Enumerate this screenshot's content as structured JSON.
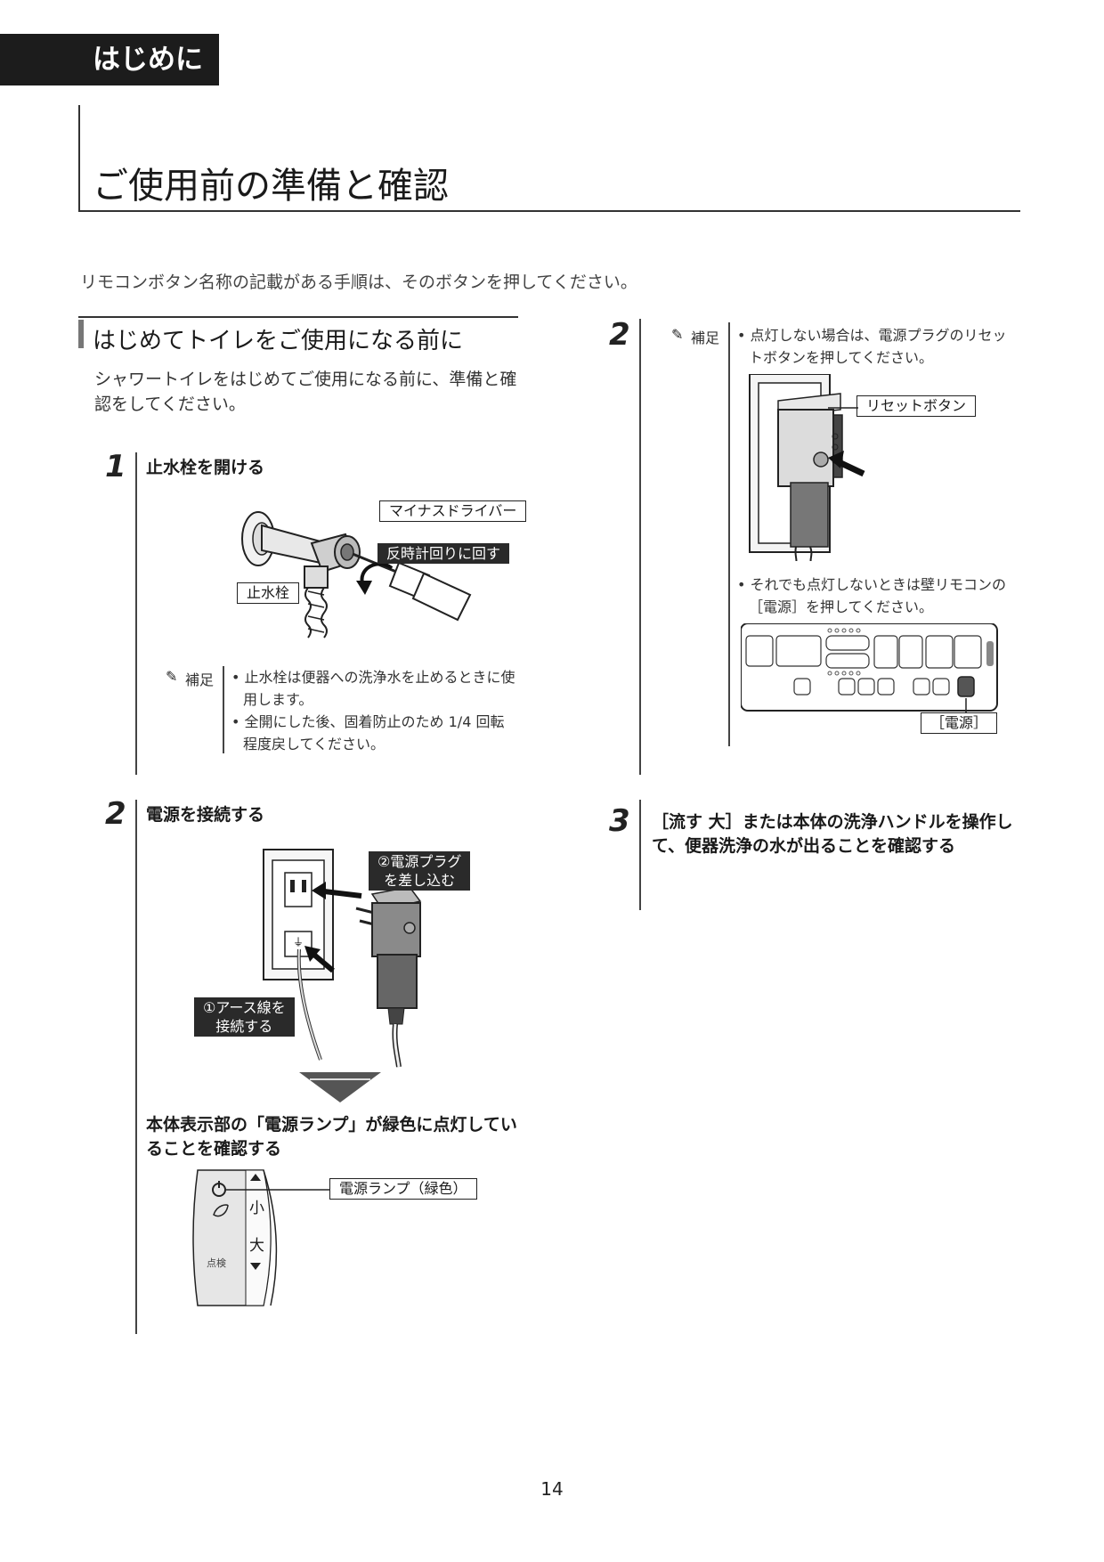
{
  "header": {
    "section_tab": "はじめに"
  },
  "page": {
    "title": "ご使用前の準備と確認",
    "intro": "リモコンボタン名称の記載がある手順は、そのボタンを押してください。",
    "page_number": "14"
  },
  "section": {
    "title": "はじめてトイレをご使用になる前に",
    "description": "シャワートイレをはじめてご使用になる前に、準備と確認をしてください。"
  },
  "step1": {
    "number": "1",
    "title": "止水栓を開ける",
    "labels": {
      "driver": "マイナスドライバー",
      "rotate": "反時計回りに回す",
      "valve": "止水栓"
    },
    "note_label": "補足",
    "notes": [
      "止水栓は便器への洗浄水を止めるときに使用します。",
      "全開にした後、固着防止のため 1/4 回転程度戻してください。"
    ]
  },
  "step2": {
    "number": "2",
    "title": "電源を接続する",
    "labels": {
      "plug_line1": "②電源プラグ",
      "plug_line2": "を差し込む",
      "earth_line1": "①アース線を",
      "earth_line2": "接続する"
    },
    "confirm_title": "本体表示部の「電源ランプ」が緑色に点灯していることを確認する",
    "lamp_label": "電源ランプ（緑色）",
    "display_text": {
      "small": "小",
      "large": "大",
      "inspect": "点検"
    }
  },
  "step2_note": {
    "number": "2",
    "note_label": "補足",
    "note1": "点灯しない場合は、電源プラグのリセットボタンを押してください。",
    "reset_label": "リセットボタン",
    "note2": "それでも点灯しないときは壁リモコンの［電源］を押してください。",
    "power_label": "［電源］"
  },
  "step3": {
    "number": "3",
    "title": "［流す 大］または本体の洗浄ハンドルを操作して、便器洗浄の水が出ることを確認する"
  }
}
